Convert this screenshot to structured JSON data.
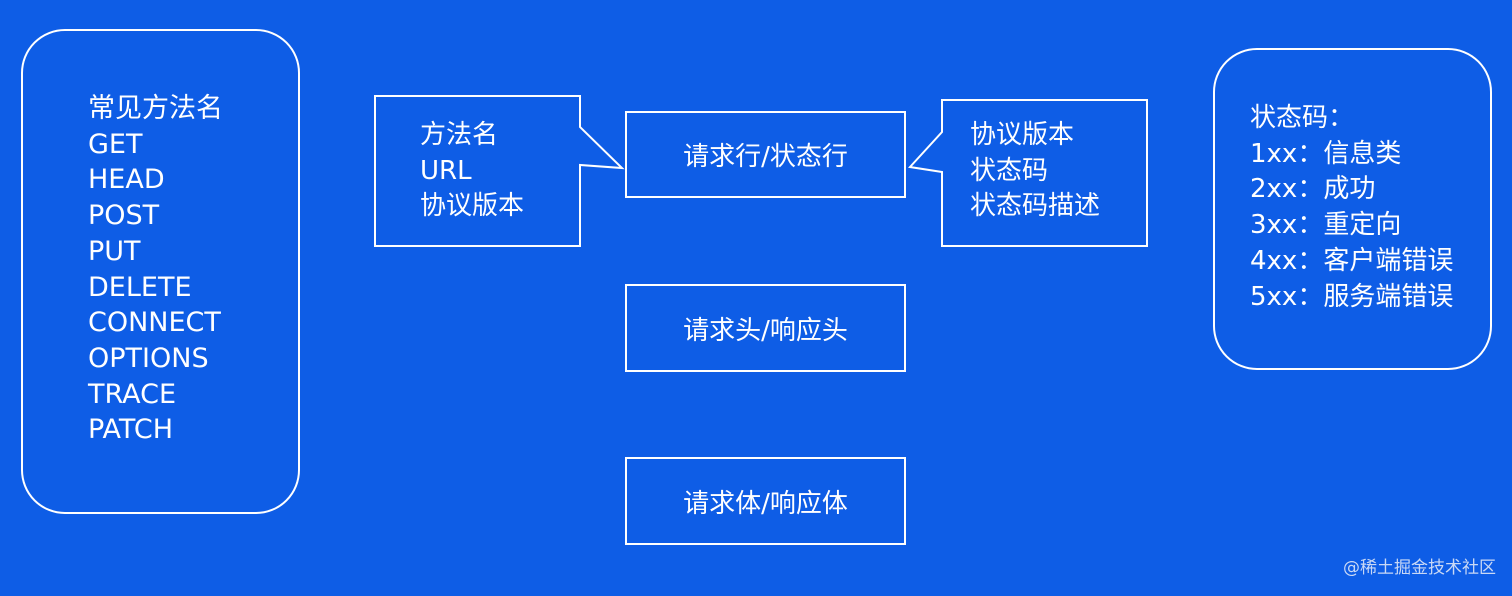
{
  "methods_panel": {
    "items": [
      "常见方法名",
      "GET",
      "HEAD",
      "POST",
      "PUT",
      "DELETE",
      "CONNECT",
      "OPTIONS",
      "TRACE",
      "PATCH"
    ]
  },
  "left_callout": {
    "items": [
      "方法名",
      "URL",
      "协议版本"
    ]
  },
  "right_callout": {
    "items": [
      "协议版本",
      "状态码",
      "状态码描述"
    ]
  },
  "boxes": {
    "line": "请求行/状态行",
    "header": "请求头/响应头",
    "body": "请求体/响应体"
  },
  "status_panel": {
    "items": [
      "状态码：",
      "1xx：信息类",
      "2xx：成功",
      "3xx：重定向",
      "4xx：客户端错误",
      "5xx：服务端错误"
    ]
  },
  "watermark": "@稀土掘金技术社区",
  "colors": {
    "background": "#0e5de6",
    "stroke": "#ffffff",
    "text": "#ffffff"
  }
}
